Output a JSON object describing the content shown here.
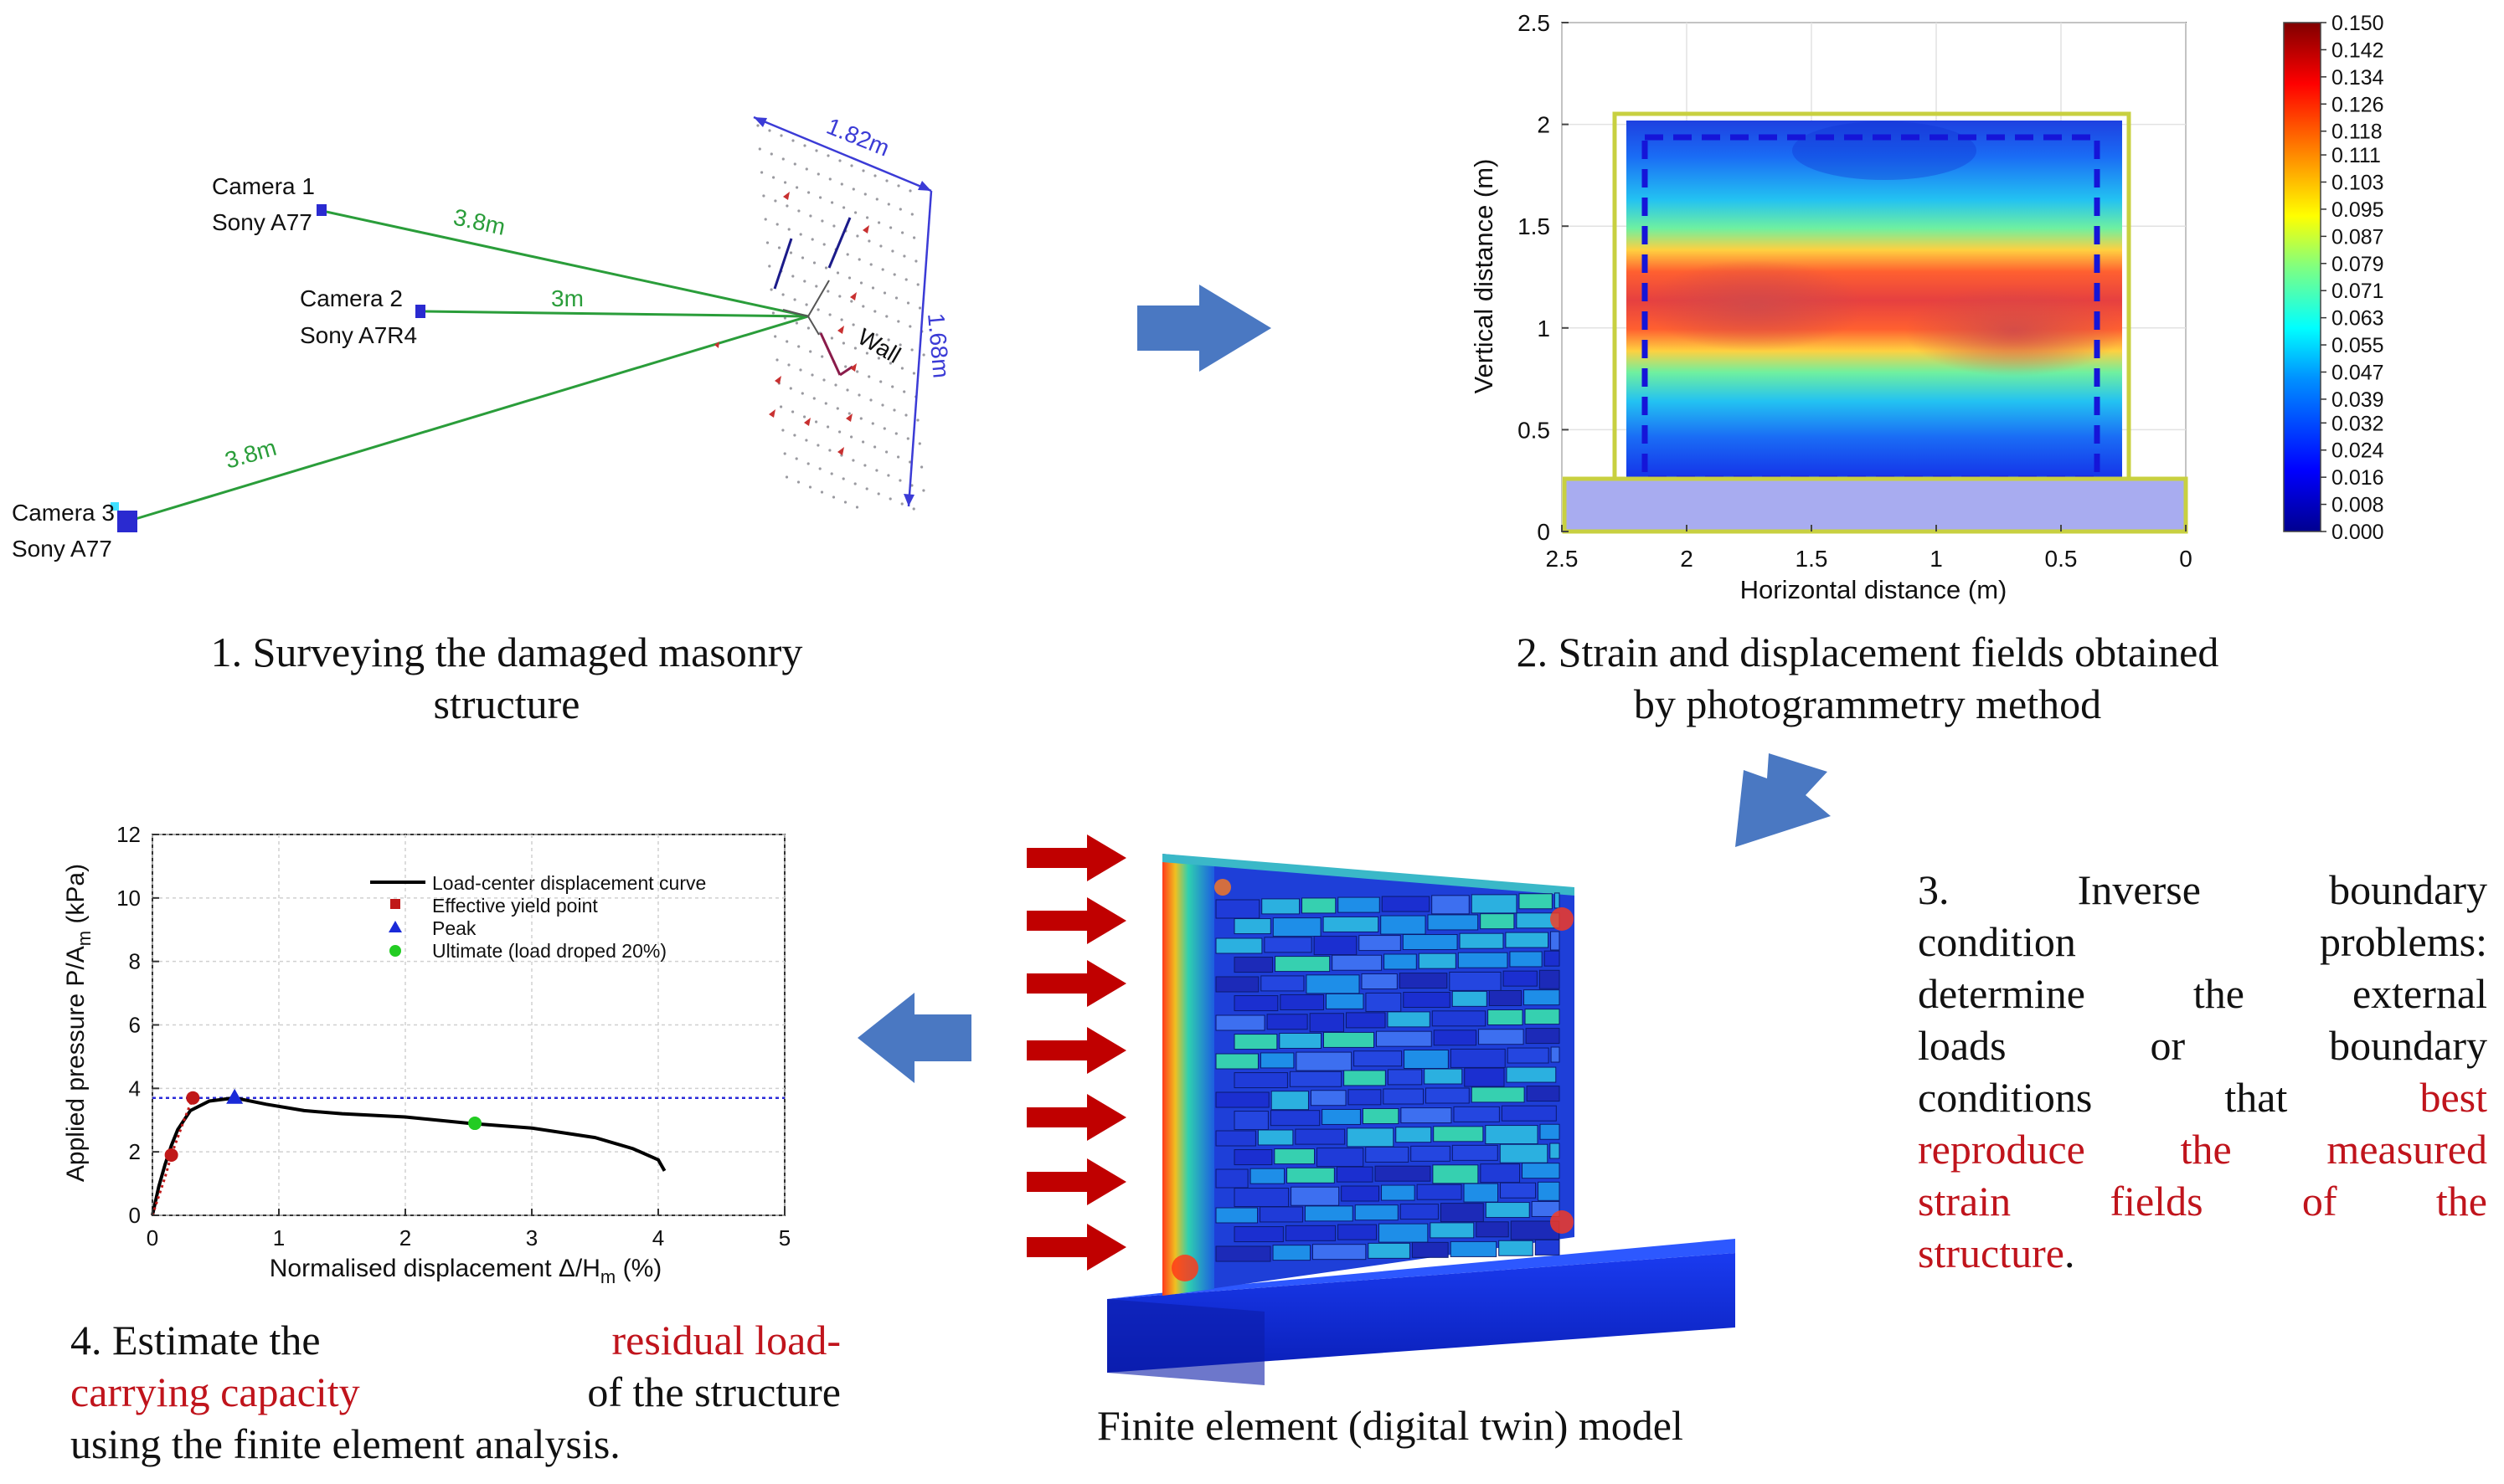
{
  "panel1": {
    "cameras": [
      {
        "name": "Camera 1",
        "model": "Sony A77",
        "distance": "3.8m"
      },
      {
        "name": "Camera 2",
        "model": "Sony A7R4",
        "distance": "3m"
      },
      {
        "name": "Camera 3",
        "model": "Sony A77",
        "distance": "3.8m"
      }
    ],
    "wall_label": "Wall",
    "wall_width": "1.82m",
    "wall_height": "1.68m",
    "caption_lines": [
      "1. Surveying the damaged masonry",
      "structure"
    ]
  },
  "panel2": {
    "chart_data": {
      "type": "heatmap",
      "xlabel": "Horizontal distance (m)",
      "ylabel": "Vertical distance (m)",
      "xlim": [
        2.5,
        0
      ],
      "ylim": [
        0,
        2.5
      ],
      "x_ticks": [
        "2.5",
        "2",
        "1.5",
        "1",
        "0.5",
        "0"
      ],
      "y_ticks": [
        "0",
        "0.5",
        "1",
        "1.5",
        "2",
        "2.5"
      ],
      "colorbar_ticks": [
        "0.150",
        "0.142",
        "0.134",
        "0.126",
        "0.118",
        "0.111",
        "0.103",
        "0.095",
        "0.087",
        "0.079",
        "0.071",
        "0.063",
        "0.055",
        "0.047",
        "0.039",
        "0.032",
        "0.024",
        "0.016",
        "0.008",
        "0.000"
      ],
      "colorbar_range": [
        0,
        0.15
      ],
      "field_extent": {
        "x": [
          0.25,
          2.2
        ],
        "y": [
          0.25,
          2.0
        ]
      },
      "high_strain_band_y": [
        0.8,
        1.4
      ]
    },
    "caption_lines": [
      "2. Strain and displacement fields obtained",
      "by photogrammetry method"
    ]
  },
  "panel3": {
    "step_lines": [
      [
        "3.",
        "Inverse",
        "boundary"
      ],
      [
        "condition",
        "problems:"
      ],
      [
        "determine",
        "the",
        "external"
      ],
      [
        "loads",
        "or",
        "boundary"
      ],
      [
        "conditions",
        "that",
        "best"
      ],
      [
        "reproduce",
        "the",
        "measured"
      ],
      [
        "strain",
        "fields",
        "of",
        "the"
      ]
    ],
    "last_word": "structure",
    "last_punct": ".",
    "highlight_color": "#c0141c"
  },
  "panel_fe": {
    "caption": "Finite element (digital twin) model"
  },
  "panel4": {
    "chart_data": {
      "type": "line",
      "xlabel": "Normalised displacement Δ/H",
      "xlabel_sub": "m",
      "xlabel_suffix": " (%)",
      "ylabel": "Applied pressure P/A",
      "ylabel_sub": "m",
      "ylabel_suffix": " (kPa)",
      "xlim": [
        0,
        5
      ],
      "ylim": [
        0,
        12
      ],
      "x_ticks": [
        "0",
        "1",
        "2",
        "3",
        "4",
        "5"
      ],
      "y_ticks": [
        "0",
        "2",
        "4",
        "6",
        "8",
        "10",
        "12"
      ],
      "series": [
        {
          "name": "Load-center displacement curve",
          "x": [
            0,
            0.05,
            0.1,
            0.15,
            0.2,
            0.3,
            0.45,
            0.65,
            0.9,
            1.2,
            1.5,
            2.0,
            2.5,
            3.0,
            3.5,
            3.8,
            4.0,
            4.05
          ],
          "y": [
            0,
            0.9,
            1.6,
            2.2,
            2.7,
            3.3,
            3.6,
            3.7,
            3.5,
            3.3,
            3.2,
            3.1,
            2.9,
            2.75,
            2.45,
            2.1,
            1.75,
            1.4
          ]
        },
        {
          "name": "Yield approximation",
          "x": [
            0,
            0.1,
            0.15,
            0.25,
            0.32
          ],
          "y": [
            0,
            1.2,
            1.9,
            3.0,
            3.7
          ]
        }
      ],
      "points": [
        {
          "name": "Effective yield point",
          "x": 0.15,
          "y": 1.9
        },
        {
          "name": "Effective yield point",
          "x": 0.32,
          "y": 3.7
        },
        {
          "name": "Peak",
          "x": 0.65,
          "y": 3.7
        },
        {
          "name": "Ultimate (load droped 20%)",
          "x": 2.55,
          "y": 2.9
        }
      ],
      "reference_line_y": 3.7,
      "legend": [
        "Load-center displacement curve",
        "Effective yield point",
        "Peak",
        "Ultimate (load droped 20%)"
      ],
      "legend_position": "top-right"
    },
    "caption_line1_pre": "4. Estimate the ",
    "caption_line1_red": "residual load-",
    "caption_line2_red": "carrying capacity",
    "caption_line2_post": " of the structure",
    "caption_line3": "using the finite element analysis."
  },
  "colors": {
    "arrow": "#4a78c2",
    "load_arrow": "#c00000",
    "green_ray": "#2a9d3a",
    "dim_blue": "#3b3bd6",
    "highlight": "#c0141c"
  },
  "icons": [
    "flow-arrow-right-icon",
    "flow-arrow-down-icon",
    "flow-arrow-left-icon",
    "load-arrow-icon",
    "camera-icon"
  ]
}
